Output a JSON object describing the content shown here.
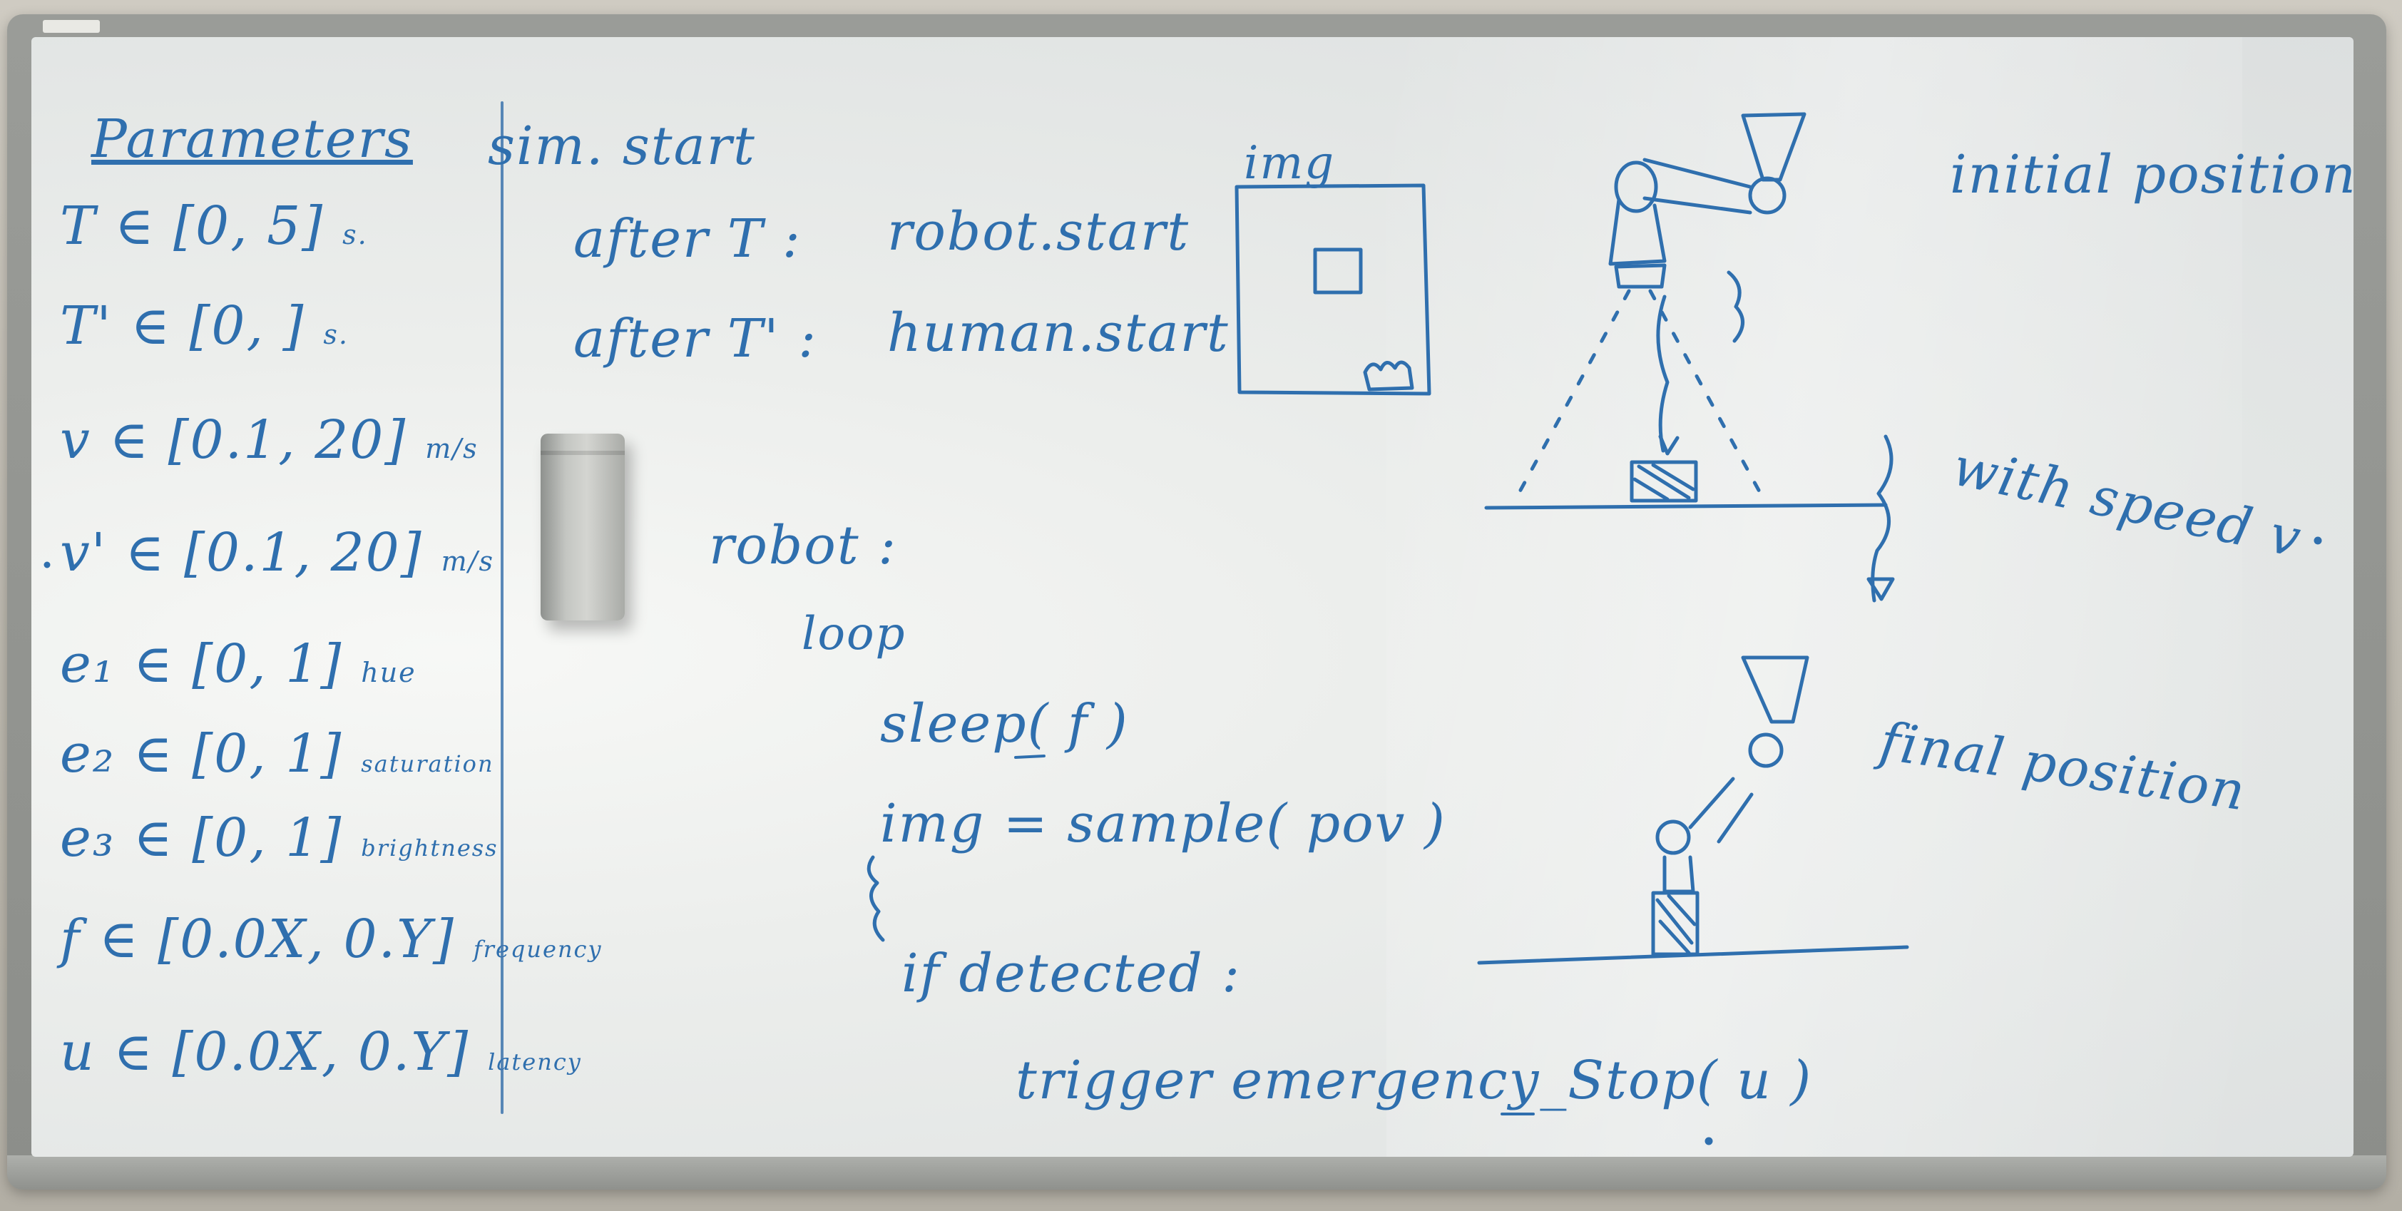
{
  "board": {
    "parameters": {
      "title": "Parameters",
      "rows": [
        {
          "expr": "T ∈ [0, 5]",
          "unit": "s."
        },
        {
          "expr": "T' ∈ [0,   ]",
          "unit": "s."
        },
        {
          "expr": "v ∈ [0.1, 20]",
          "unit": "m/s"
        },
        {
          "expr": "v' ∈ [0.1, 20]",
          "unit": "m/s"
        },
        {
          "expr": "e₁ ∈ [0, 1]",
          "unit": "hue"
        },
        {
          "expr": "e₂ ∈ [0, 1]",
          "unit": "saturation"
        },
        {
          "expr": "e₃ ∈ [0, 1]",
          "unit": "brightness"
        },
        {
          "expr": "f ∈ [0.0X, 0.Y]",
          "unit": "frequency"
        },
        {
          "expr": "u ∈ [0.0X, 0.Y]",
          "unit": "latency"
        }
      ]
    },
    "sim": {
      "start": "sim. start",
      "after_t_label": "after T :",
      "after_t_value": "robot.start",
      "after_tp_label": "after T' :",
      "after_tp_value": "human.start"
    },
    "img_label": "img",
    "robot": {
      "label": "robot :",
      "loop": "loop",
      "sleep": "sleep( f )",
      "img_line": "img = sample( pov )",
      "if_line": "if detected :",
      "trigger": "trigger emergency_Stop( u )"
    },
    "diagram": {
      "initial": "initial position",
      "speed": "with speed v",
      "final": "final position"
    }
  },
  "colors": {
    "ink": "#2f6fae",
    "board": "#eceeec",
    "frame": "#8c8e8a"
  }
}
